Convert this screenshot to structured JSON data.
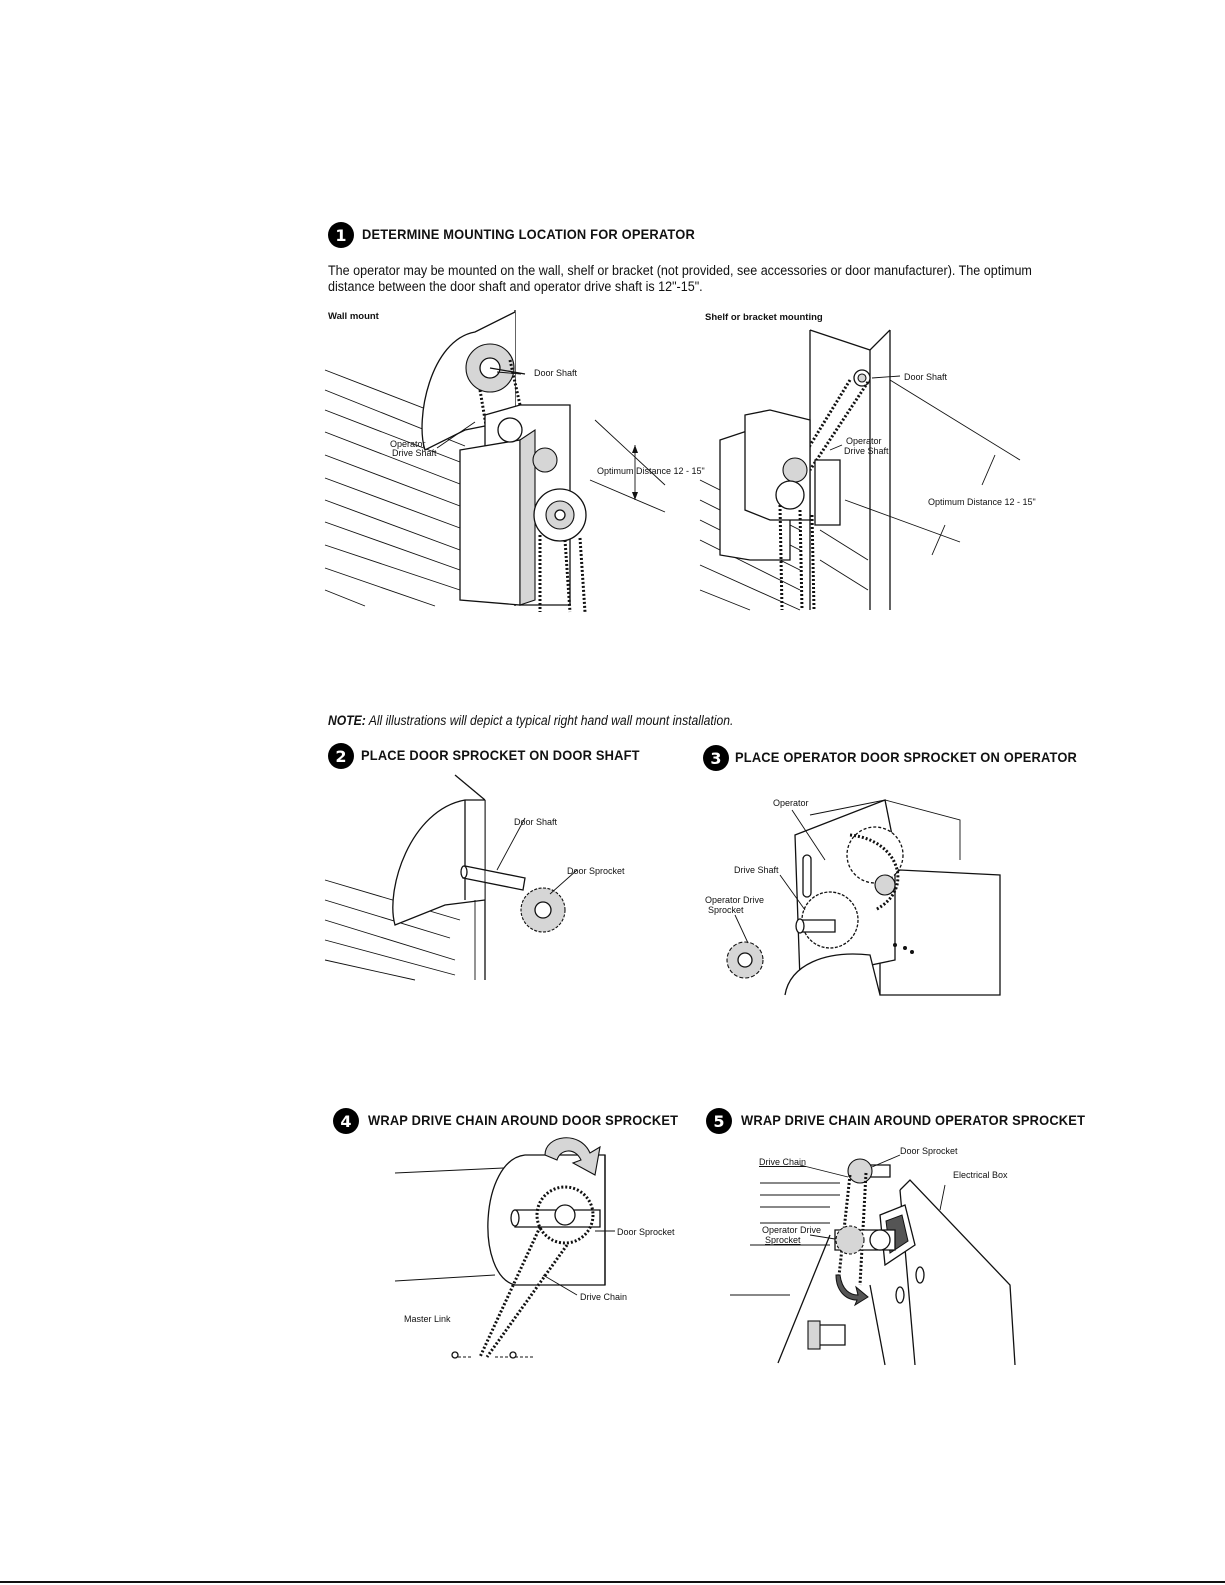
{
  "steps": [
    {
      "number": "1",
      "title": "DETERMINE MOUNTING LOCATION FOR OPERATOR"
    },
    {
      "number": "2",
      "title": "PLACE DOOR SPROCKET ON DOOR SHAFT"
    },
    {
      "number": "3",
      "title": "PLACE OPERATOR DOOR SPROCKET ON OPERATOR"
    },
    {
      "number": "4",
      "title": "WRAP DRIVE CHAIN AROUND DOOR SPROCKET"
    },
    {
      "number": "5",
      "title": "WRAP DRIVE CHAIN AROUND OPERATOR SPROCKET"
    }
  ],
  "intro": {
    "line1": "The operator may be mounted on the wall, shelf or bracket (not provided, see accessories or door manufacturer). The optimum",
    "line2": "distance between the door shaft and  operator drive shaft is 12\"-15\"."
  },
  "figure1": {
    "wall_title": "Wall mount",
    "shelf_title": "Shelf or bracket mounting",
    "door_shaft": "Door Shaft",
    "operator_drive_shaft_1": "Operator",
    "operator_drive_shaft_2": "Drive Shaft",
    "optimum_distance_wall": "Optimum Distance 12 - 15\"",
    "optimum_distance_shelf": "Optimum Distance 12 - 15\""
  },
  "note": {
    "prefix": "NOTE:",
    "text": "All illustrations will depict a typical right hand wall mount installation."
  },
  "figure2": {
    "door_shaft": "Door Shaft",
    "door_sprocket": "Door Sprocket"
  },
  "figure3": {
    "operator": "Operator",
    "drive_shaft": "Drive Shaft",
    "operator_drive_1": "Operator Drive",
    "operator_drive_2": "Sprocket"
  },
  "figure4": {
    "door_sprocket": "Door Sprocket",
    "drive_chain": "Drive Chain",
    "master_link": "Master Link"
  },
  "figure5": {
    "door_sprocket": "Door Sprocket",
    "drive_chain": "Drive Chain",
    "electrical_box": "Electrical Box",
    "operator_drive_1": "Operator Drive",
    "operator_drive_2": "Sprocket"
  }
}
